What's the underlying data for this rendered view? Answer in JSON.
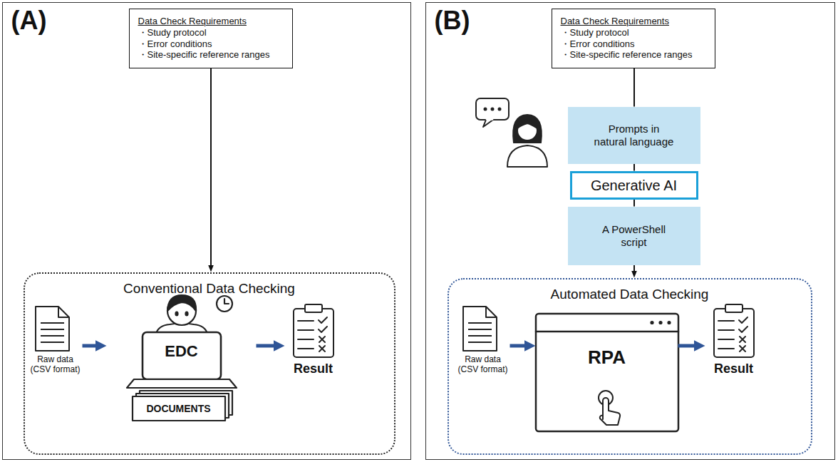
{
  "diagram": {
    "nodes": [
      {
        "text": [
          "(A)"
        ]
      },
      {
        "text": [
          "Data Check Requirements",
          "・Study protocol",
          "・Error conditions",
          "・Site-specific reference ranges"
        ],
        "in": 0
      },
      {
        "text": [
          "Conventional Data Checking"
        ],
        "in": 0
      },
      {
        "text": [
          "Raw data (CSV format)"
        ],
        "in": 2
      },
      {
        "text": [
          "EDC",
          "DOCUMENTS"
        ],
        "in": 2
      },
      {
        "text": [
          "Result"
        ],
        "in": 2
      },
      {
        "text": [
          "(B)"
        ]
      },
      {
        "text": [
          "Data Check Requirements",
          "・Study protocol",
          "・Error conditions",
          "・Site-specific reference ranges"
        ],
        "in": 6
      },
      {
        "text": [
          "Prompts in natural language"
        ],
        "in": 6
      },
      {
        "text": [
          "Generative AI"
        ],
        "in": 6
      },
      {
        "text": [
          "A PowerShell script"
        ],
        "in": 6
      },
      {
        "text": [
          "Automated Data Checking"
        ],
        "in": 6
      },
      {
        "text": [
          "Raw data (CSV format)"
        ],
        "in": 11
      },
      {
        "text": [
          "RPA"
        ],
        "in": 11
      },
      {
        "text": [
          "Result"
        ],
        "in": 11
      }
    ],
    "edges": [
      {
        "from": 1,
        "to": 2,
        "arrow": "to"
      },
      {
        "from": 3,
        "to": 4,
        "arrow": "to"
      },
      {
        "from": 4,
        "to": 5,
        "arrow": "to"
      },
      {
        "from": 7,
        "to": 8,
        "arrow": "none"
      },
      {
        "from": 8,
        "to": 9,
        "arrow": "none"
      },
      {
        "from": 9,
        "to": 10,
        "arrow": "none"
      },
      {
        "from": 10,
        "to": 11,
        "arrow": "to"
      },
      {
        "from": 12,
        "to": 13,
        "arrow": "to"
      },
      {
        "from": 13,
        "to": 14,
        "arrow": "to"
      }
    ]
  }
}
